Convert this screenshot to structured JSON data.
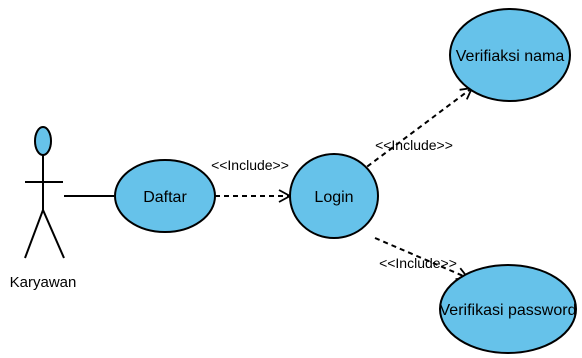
{
  "actor": {
    "name": "Karyawan",
    "fill_color": "#66c2ea"
  },
  "use_cases": [
    {
      "id": "daftar",
      "label": "Daftar"
    },
    {
      "id": "login",
      "label": "Login"
    },
    {
      "id": "verifikasi-nama",
      "label": "Verifiaksi nama"
    },
    {
      "id": "verifikasi-password",
      "label": "Verifikasi password"
    }
  ],
  "relations": [
    {
      "from": "karyawan",
      "to": "daftar",
      "type": "association",
      "label": ""
    },
    {
      "from": "daftar",
      "to": "login",
      "type": "include",
      "label": "<<Include>>"
    },
    {
      "from": "login",
      "to": "verifikasi-nama",
      "type": "include",
      "label": "<<Include>>"
    },
    {
      "from": "login",
      "to": "verifikasi-password",
      "type": "include",
      "label": "<<Include>>"
    }
  ],
  "style": {
    "use_case_fill": "#66c2ea",
    "stroke": "#000000"
  }
}
